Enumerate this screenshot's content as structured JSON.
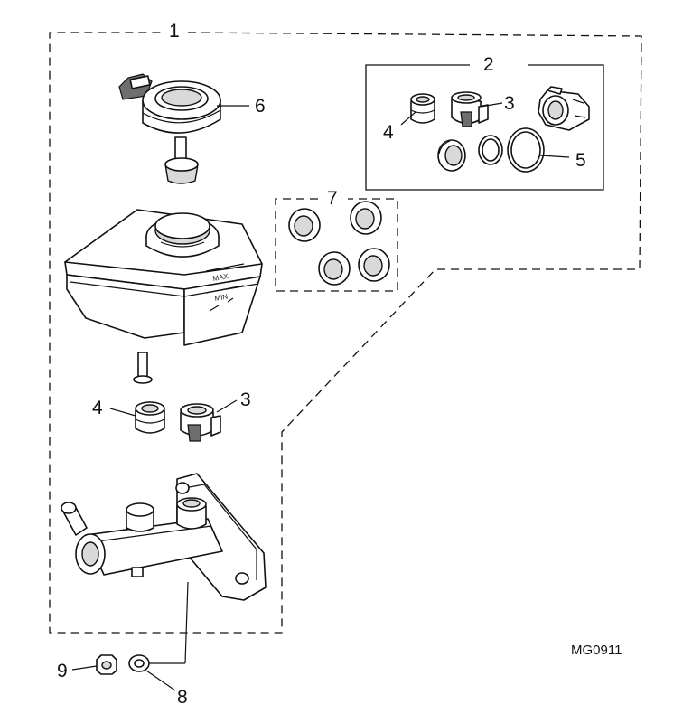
{
  "diagram": {
    "reference_code": "MG0911",
    "callouts": {
      "master_cylinder_assembly": "1",
      "seal_kit": "2",
      "seal_3_upper": "3",
      "seal_4_upper": "4",
      "o_ring": "5",
      "reservoir_cap": "6",
      "seal_set": "7",
      "seal_3_lower": "3",
      "seal_4_lower": "4",
      "washer": "8",
      "nut": "9"
    },
    "reservoir_markings": {
      "max": "MAX",
      "min": "MIN"
    }
  }
}
